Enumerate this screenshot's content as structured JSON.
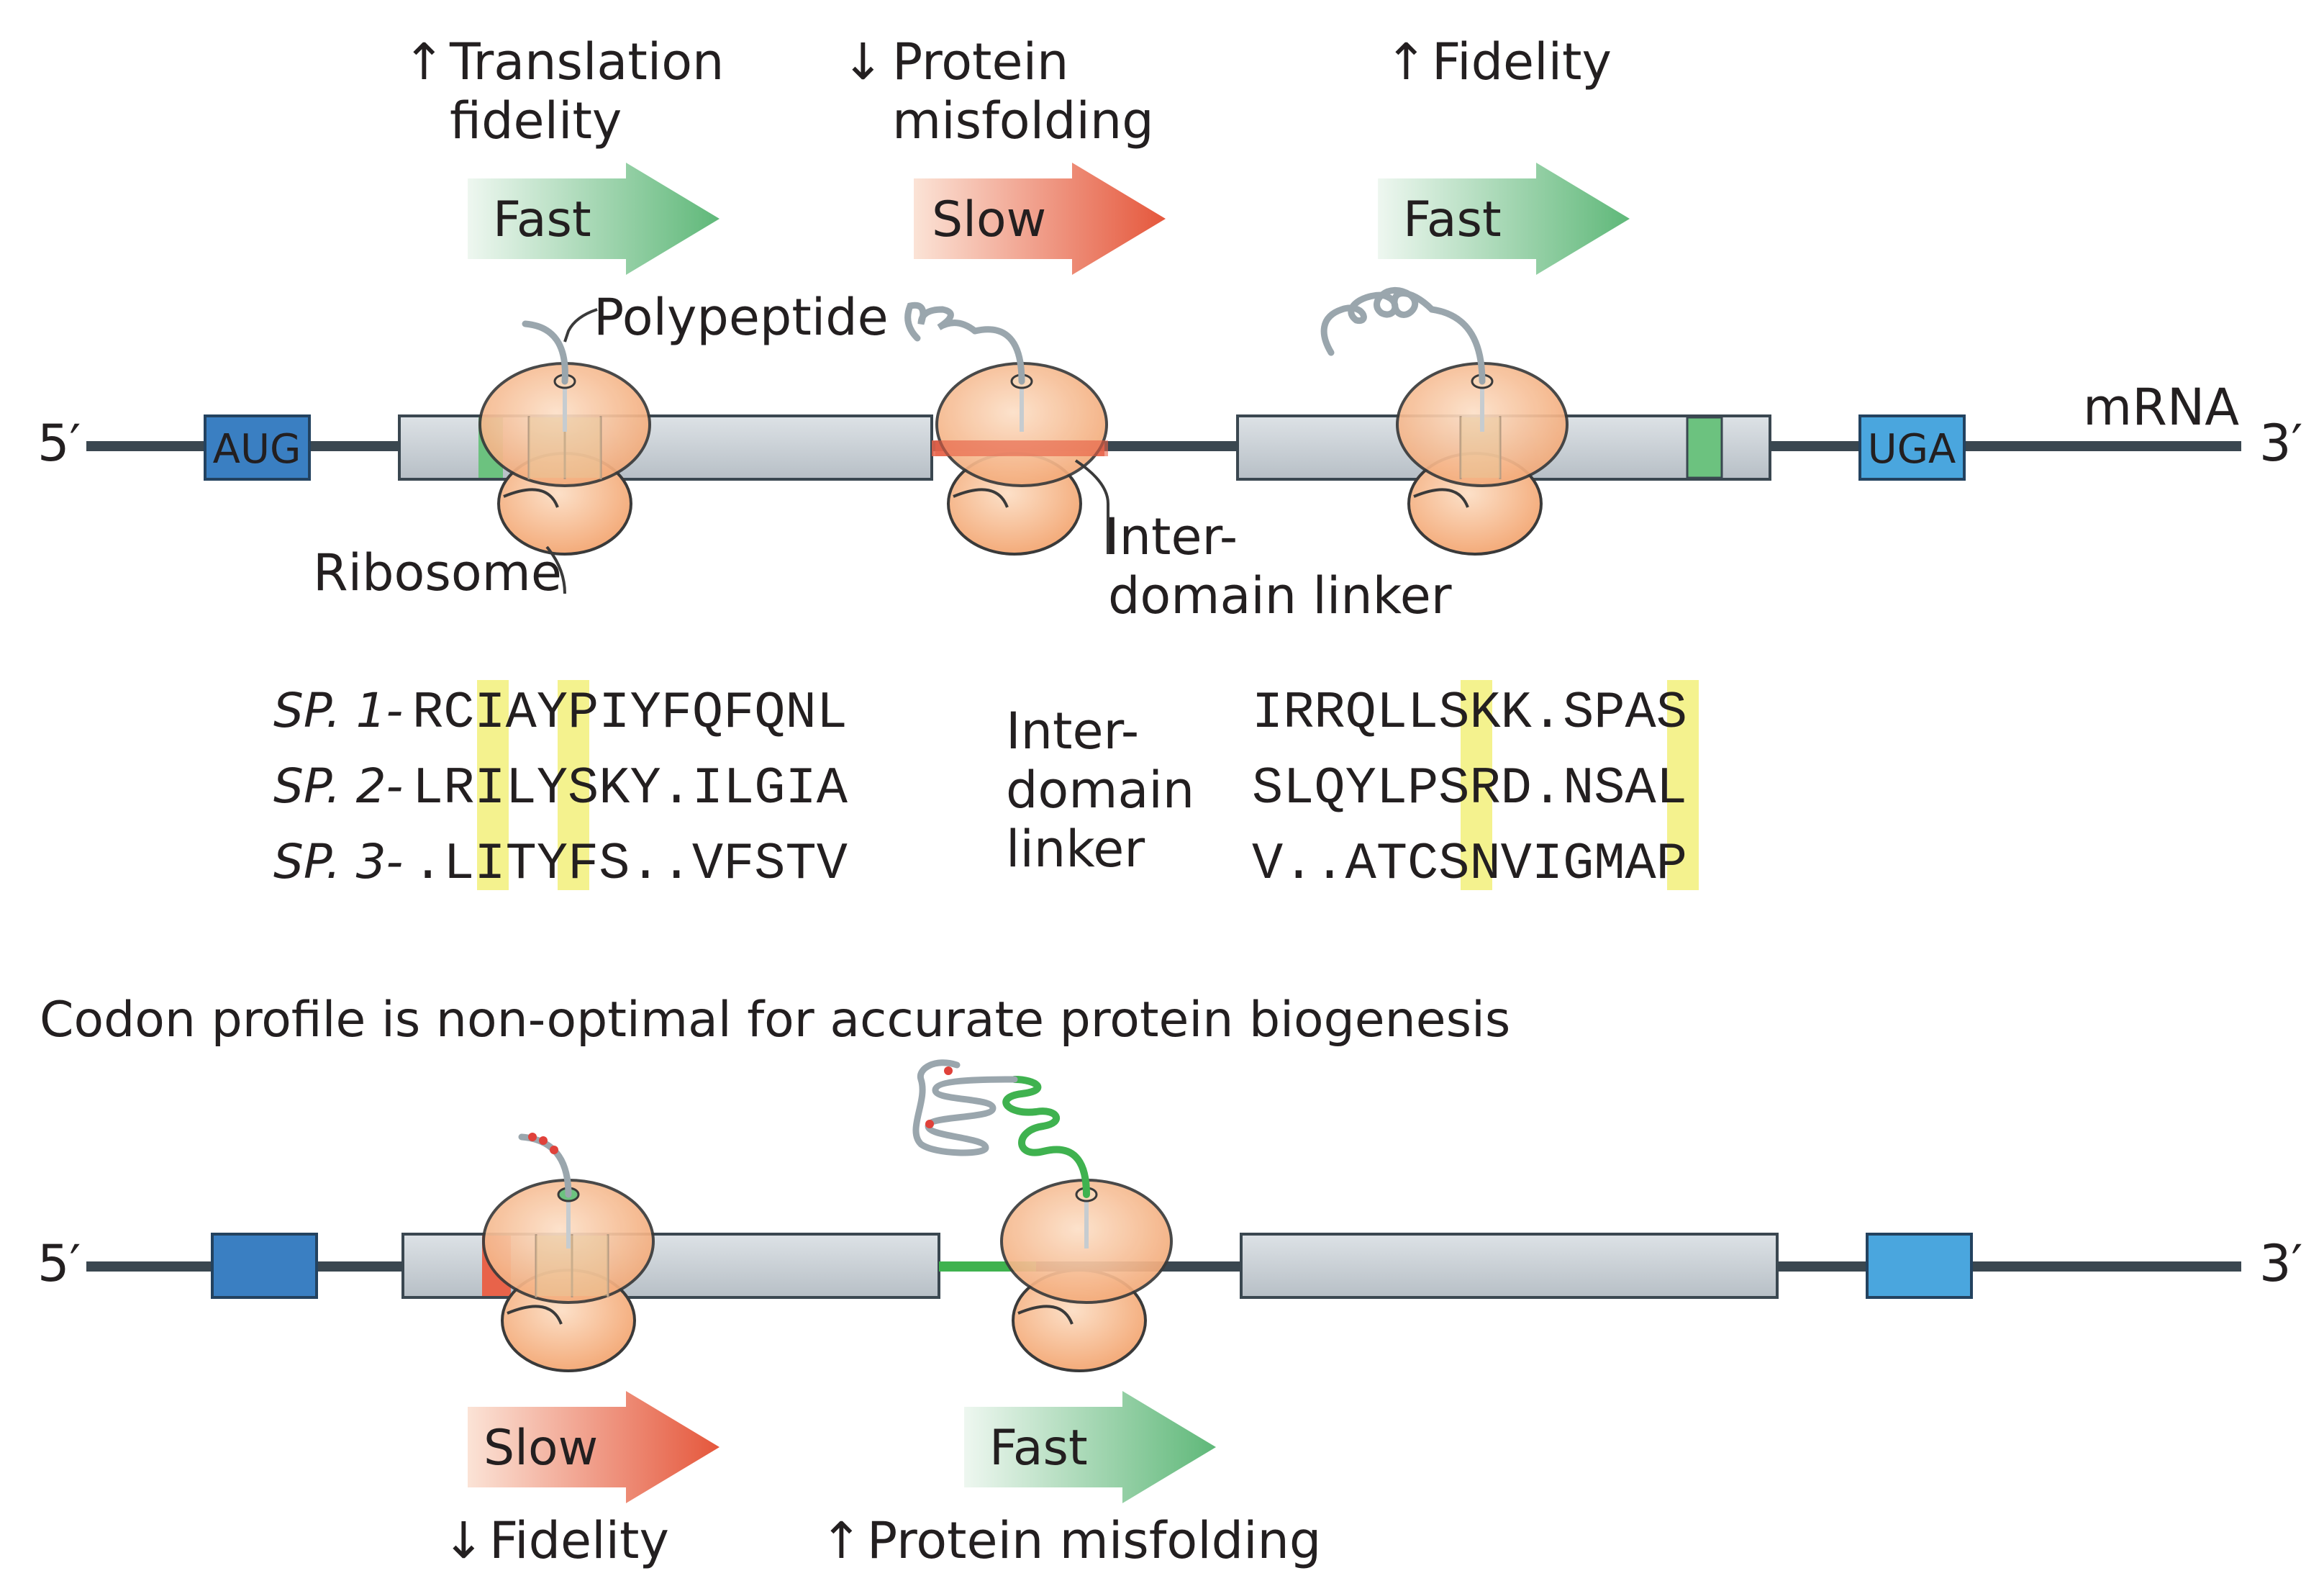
{
  "top_panel": {
    "labels": {
      "translation_fidelity": [
        "Translation",
        "fidelity"
      ],
      "protein_misfolding": [
        "Protein",
        "misfolding"
      ],
      "fidelity": "Fidelity",
      "polypeptide": "Polypeptide",
      "ribosome": "Ribosome",
      "interdomain_linker": [
        "Inter-",
        "domain linker"
      ],
      "mrna": "mRNA",
      "five_prime": "5′",
      "three_prime": "3′",
      "start_codon": "AUG",
      "stop_codon": "UGA",
      "arrow_up": "↑",
      "arrow_down": "↓"
    },
    "speed_arrows": [
      "Fast",
      "Slow",
      "Fast"
    ]
  },
  "sequences": {
    "rows": [
      {
        "name": "SP. 1-",
        "left": "RCIAYPIYFQFQNL",
        "right": "IRRQLLSKK.SPAS"
      },
      {
        "name": "SP. 2-",
        "left": "LRILYSKY.ILGIA",
        "right": "SLQYLPSRD.NSAL"
      },
      {
        "name": "SP. 3-",
        "left": ".LITYFS..VFSTV",
        "right": "V..ATCSNVIGMAP"
      }
    ],
    "middle_label": [
      "Inter-",
      "domain",
      "linker"
    ]
  },
  "bottom_panel": {
    "heading": "Codon profile is non-optimal for accurate protein biogenesis",
    "five_prime": "5′",
    "three_prime": "3′",
    "speed_arrows": [
      "Slow",
      "Fast"
    ],
    "labels": {
      "fidelity": "Fidelity",
      "protein_misfolding": "Protein misfolding",
      "arrow_up": "↑",
      "arrow_down": "↓"
    }
  },
  "colors": {
    "mrna_line": "#3a4750",
    "exon_fill": "#c9cfd4",
    "start_box": "#3a7fc2",
    "stop_box": "#4aa6de",
    "ribosome": "#f6b98a",
    "fast_arrow": "#6fc08a",
    "slow_arrow": "#e8634a",
    "highlight": "#f2f07a",
    "linker_green": "#3fb24f"
  }
}
